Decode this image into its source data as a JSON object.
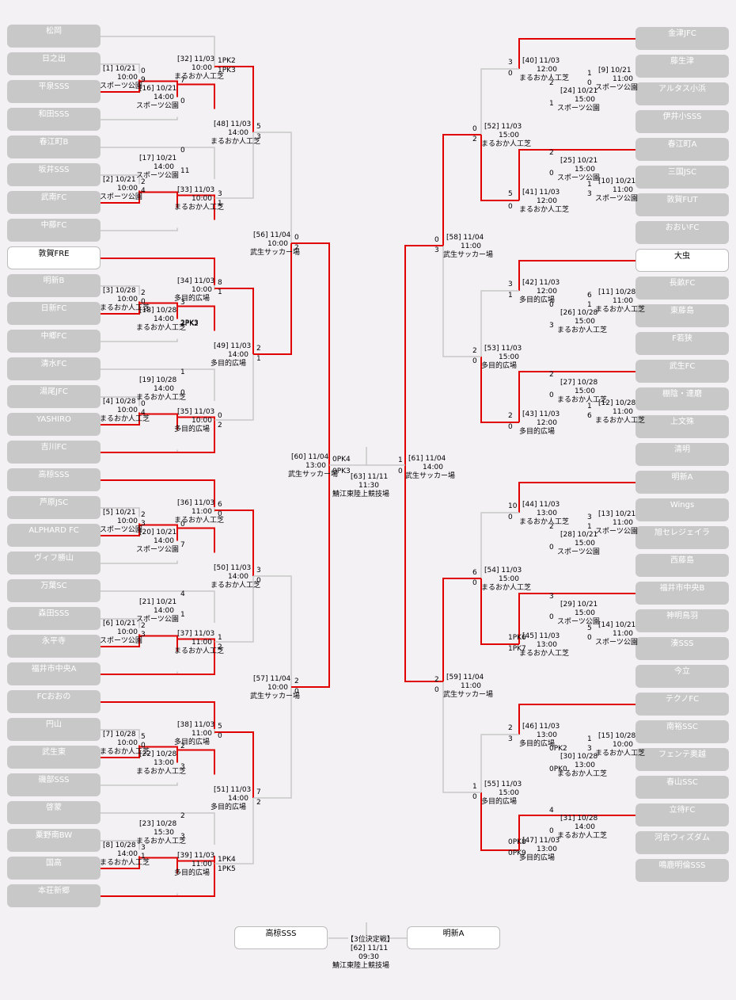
{
  "left_teams": [
    "松岡",
    "日之出",
    "平泉SSS",
    "和田SSS",
    "春江町B",
    "坂井SSS",
    "武南FC",
    "中藤FC",
    "敦賀FRE",
    "明新B",
    "日新FC",
    "中郷FC",
    "清水FC",
    "湯尾JFC",
    "YASHIRO",
    "吉川FC",
    "高椋SSS",
    "芦原JSC",
    "ALPHARD FC",
    "ヴィフ勝山",
    "万葉SC",
    "森田SSS",
    "永平寺",
    "福井市中央A",
    "FCおおの",
    "円山",
    "武生東",
    "磯部SSS",
    "啓蒙",
    "粟野南BW",
    "国高",
    "本荘新郷"
  ],
  "right_teams": [
    "金津JFC",
    "藤生津",
    "アルタス小浜",
    "伊井小SSS",
    "春江町A",
    "三国JSC",
    "敦賀FUT",
    "おおいFC",
    "大虫",
    "長畝FC",
    "東藤島",
    "F若狭",
    "武生FC",
    "棚陰・達磨",
    "上文殊",
    "清明",
    "明新A",
    "Wings",
    "旭セレジェイラ",
    "西藤島",
    "福井市中央B",
    "神明鳥羽",
    "湊SSS",
    "今立",
    "テクノFC",
    "南裕SSC",
    "フェンテ奥越",
    "春山SSC",
    "立待FC",
    "河合ウィズダム",
    "鳴鹿明倫SSS"
  ],
  "left_r1": [
    [
      "[1] 10/21",
      "10:00",
      "スポーツ公園"
    ],
    [
      "[2] 10/21",
      "10:00",
      "スポーツ公園"
    ],
    [
      "[3] 10/28",
      "10:00",
      "まるおか人工芝"
    ],
    [
      "[4] 10/28",
      "10:00",
      "まるおか人工芝"
    ],
    [
      "[5] 10/21",
      "10:00",
      "スポーツ公園"
    ],
    [
      "[6] 10/21",
      "10:00",
      "スポーツ公園"
    ],
    [
      "[7] 10/28",
      "10:00",
      "まるおか人工芝"
    ],
    [
      "[8] 10/28",
      "14:00",
      "まるおか人工芝"
    ]
  ],
  "left_r1_scores": [
    [
      "0",
      "9"
    ],
    [
      "2",
      "4"
    ],
    [
      "2",
      "0"
    ],
    [
      "0",
      "4"
    ],
    [
      "2",
      "3"
    ],
    [
      "2",
      "3"
    ],
    [
      "5",
      "0"
    ],
    [
      "3",
      "1"
    ]
  ],
  "left_r1b": [
    [
      "[16] 10/21",
      "14:00",
      "スポーツ公園"
    ],
    [
      "[17] 10/21",
      "14:00",
      "スポーツ公園"
    ],
    [
      "[18] 10/28",
      "14:00",
      "まるおか人工芝"
    ],
    [
      "[19] 10/28",
      "14:00",
      "まるおか人工芝"
    ],
    [
      "[20] 10/21",
      "14:00",
      "スポーツ公園"
    ],
    [
      "[21] 10/21",
      "14:00",
      "スポーツ公園"
    ],
    [
      "[22] 10/28",
      "13:00",
      "まるおか人工芝"
    ],
    [
      "[23] 10/28",
      "15:30",
      "まるおか人工芝"
    ]
  ],
  "left_r1b_scores": [
    [
      "7",
      "0"
    ],
    [
      "0",
      "11"
    ],
    [
      "3",
      "2PK3"
    ],
    [
      "1",
      "0"
    ],
    [
      "0",
      "7"
    ],
    [
      "4",
      "1"
    ],
    [
      "2",
      "3"
    ],
    [
      "2",
      "3"
    ]
  ],
  "left_r2": [
    [
      "[32] 11/03",
      "10:00",
      "まるおか人工芝"
    ],
    [
      "[33] 11/03",
      "10:00",
      "まるおか人工芝"
    ],
    [
      "[34] 11/03",
      "10:00",
      "多目的広場"
    ],
    [
      "[35] 11/03",
      "10:00",
      "多目的広場"
    ],
    [
      "[36] 11/03",
      "11:00",
      "まるおか人工芝"
    ],
    [
      "[37] 11/03",
      "11:00",
      "まるおか人工芝"
    ],
    [
      "[38] 11/03",
      "11:00",
      "多目的広場"
    ],
    [
      "[39] 11/03",
      "11:00",
      "多目的広場"
    ]
  ],
  "left_r2_scores": [
    [
      "1PK2",
      "1PK3"
    ],
    [
      "3",
      "1"
    ],
    [
      "8",
      "1"
    ],
    [
      "0",
      "2"
    ],
    [
      "6",
      "0"
    ],
    [
      "1",
      "2"
    ],
    [
      "5",
      "0"
    ],
    [
      "1PK4",
      "1PK5"
    ]
  ],
  "left_r2_extra": [
    "2PK2"
  ],
  "left_r3": [
    [
      "[48] 11/03",
      "14:00",
      "まるおか人工芝"
    ],
    [
      "[49] 11/03",
      "14:00",
      "多目的広場"
    ],
    [
      "[50] 11/03",
      "14:00",
      "まるおか人工芝"
    ],
    [
      "[51] 11/03",
      "14:00",
      "多目的広場"
    ]
  ],
  "left_r3_scores": [
    [
      "5",
      "3"
    ],
    [
      "2",
      "1"
    ],
    [
      "3",
      "0"
    ],
    [
      "7",
      "2"
    ]
  ],
  "left_r4": [
    [
      "[56] 11/04",
      "10:00",
      "武生サッカー場"
    ],
    [
      "[57] 11/04",
      "10:00",
      "武生サッカー場"
    ]
  ],
  "left_r4_scores": [
    [
      "0",
      "2"
    ],
    [
      "2",
      "0"
    ]
  ],
  "left_semi": [
    "[60] 11/04",
    "13:00",
    "武生サッカー場"
  ],
  "left_semi_scores": [
    "0PK4",
    "0PK3"
  ],
  "right_r1": [
    [
      "[9] 10/21",
      "11:00",
      "スポーツ公園"
    ],
    [
      "[10] 10/21",
      "11:00",
      "スポーツ公園"
    ],
    [
      "[11] 10/28",
      "11:00",
      "まるおか人工芝"
    ],
    [
      "[12] 10/28",
      "11:00",
      "まるおか人工芝"
    ],
    [
      "[13] 10/21",
      "11:00",
      "スポーツ公園"
    ],
    [
      "[14] 10/21",
      "11:00",
      "スポーツ公園"
    ],
    [
      "[15] 10/28",
      "10:00",
      "まるおか人工芝"
    ]
  ],
  "right_r1_scores": [
    [
      "1",
      "0"
    ],
    [
      "1",
      "3"
    ],
    [
      "6",
      "1"
    ],
    [
      "1",
      "6"
    ],
    [
      "3",
      "1"
    ],
    [
      "5",
      "0"
    ],
    [
      "1",
      "3"
    ]
  ],
  "right_r1b": [
    [
      "[24] 10/21",
      "15:00",
      "スポーツ公園"
    ],
    [
      "[25] 10/21",
      "15:00",
      "スポーツ公園"
    ],
    [
      "[26] 10/28",
      "15:00",
      "まるおか人工芝"
    ],
    [
      "[27] 10/28",
      "15:00",
      "まるおか人工芝"
    ],
    [
      "[28] 10/21",
      "15:00",
      "スポーツ公園"
    ],
    [
      "[29] 10/21",
      "15:00",
      "スポーツ公園"
    ],
    [
      "[30] 10/28",
      "13:00",
      "まるおか人工芝"
    ],
    [
      "[31] 10/28",
      "14:00",
      "まるおか人工芝"
    ]
  ],
  "right_r1b_scores": [
    [
      "2",
      "1"
    ],
    [
      "2",
      "0"
    ],
    [
      "0",
      "3"
    ],
    [
      "2",
      "0"
    ],
    [
      "2",
      "0"
    ],
    [
      "3",
      "0"
    ],
    [
      "0PK2",
      "0PK0"
    ],
    [
      "4",
      "0"
    ]
  ],
  "right_r2": [
    [
      "[40] 11/03",
      "12:00",
      "まるおか人工芝"
    ],
    [
      "[41] 11/03",
      "12:00",
      "まるおか人工芝"
    ],
    [
      "[42] 11/03",
      "12:00",
      "多目的広場"
    ],
    [
      "[43] 11/03",
      "12:00",
      "多目的広場"
    ],
    [
      "[44] 11/03",
      "13:00",
      "まるおか人工芝"
    ],
    [
      "[45] 11/03",
      "13:00",
      "まるおか人工芝"
    ],
    [
      "[46] 11/03",
      "13:00",
      "多目的広場"
    ],
    [
      "[47] 11/03",
      "13:00",
      "多目的広場"
    ]
  ],
  "right_r2_scores": [
    [
      "3",
      "0"
    ],
    [
      "5",
      "0"
    ],
    [
      "3",
      "1"
    ],
    [
      "2",
      "0"
    ],
    [
      "10",
      "0"
    ],
    [
      "1PK6",
      "1PK7"
    ],
    [
      "2",
      "3"
    ],
    [
      "0PK8",
      "0PK9"
    ]
  ],
  "right_r3": [
    [
      "[52] 11/03",
      "15:00",
      "まるおか人工芝"
    ],
    [
      "[53] 11/03",
      "15:00",
      "多目的広場"
    ],
    [
      "[54] 11/03",
      "15:00",
      "まるおか人工芝"
    ],
    [
      "[55] 11/03",
      "15:00",
      "多目的広場"
    ]
  ],
  "right_r3_scores": [
    [
      "0",
      "2"
    ],
    [
      "2",
      "0"
    ],
    [
      "6",
      "0"
    ],
    [
      "1",
      "0"
    ]
  ],
  "right_r4": [
    [
      "[58] 11/04",
      "11:00",
      "武生サッカー場"
    ],
    [
      "[59] 11/04",
      "11:00",
      "武生サッカー場"
    ]
  ],
  "right_r4_scores": [
    [
      "0",
      "3"
    ],
    [
      "2",
      "0"
    ]
  ],
  "right_semi": [
    "[61] 11/04",
    "14:00",
    "武生サッカー場"
  ],
  "right_semi_scores": [
    "1",
    "0"
  ],
  "final": [
    "[63] 11/11",
    "11:30",
    "鯖江東陸上競技場"
  ],
  "third_place": {
    "title": "【3位決定戦】",
    "match": "[62] 11/11",
    "time": "09:30",
    "venue": "鯖江東陸上競技場",
    "left_team": "高椋SSS",
    "right_team": "明新A"
  },
  "colors": {
    "winner_line": "#e00000",
    "loser_line": "#c8c8c8",
    "team_box": "#c8c8c8"
  }
}
